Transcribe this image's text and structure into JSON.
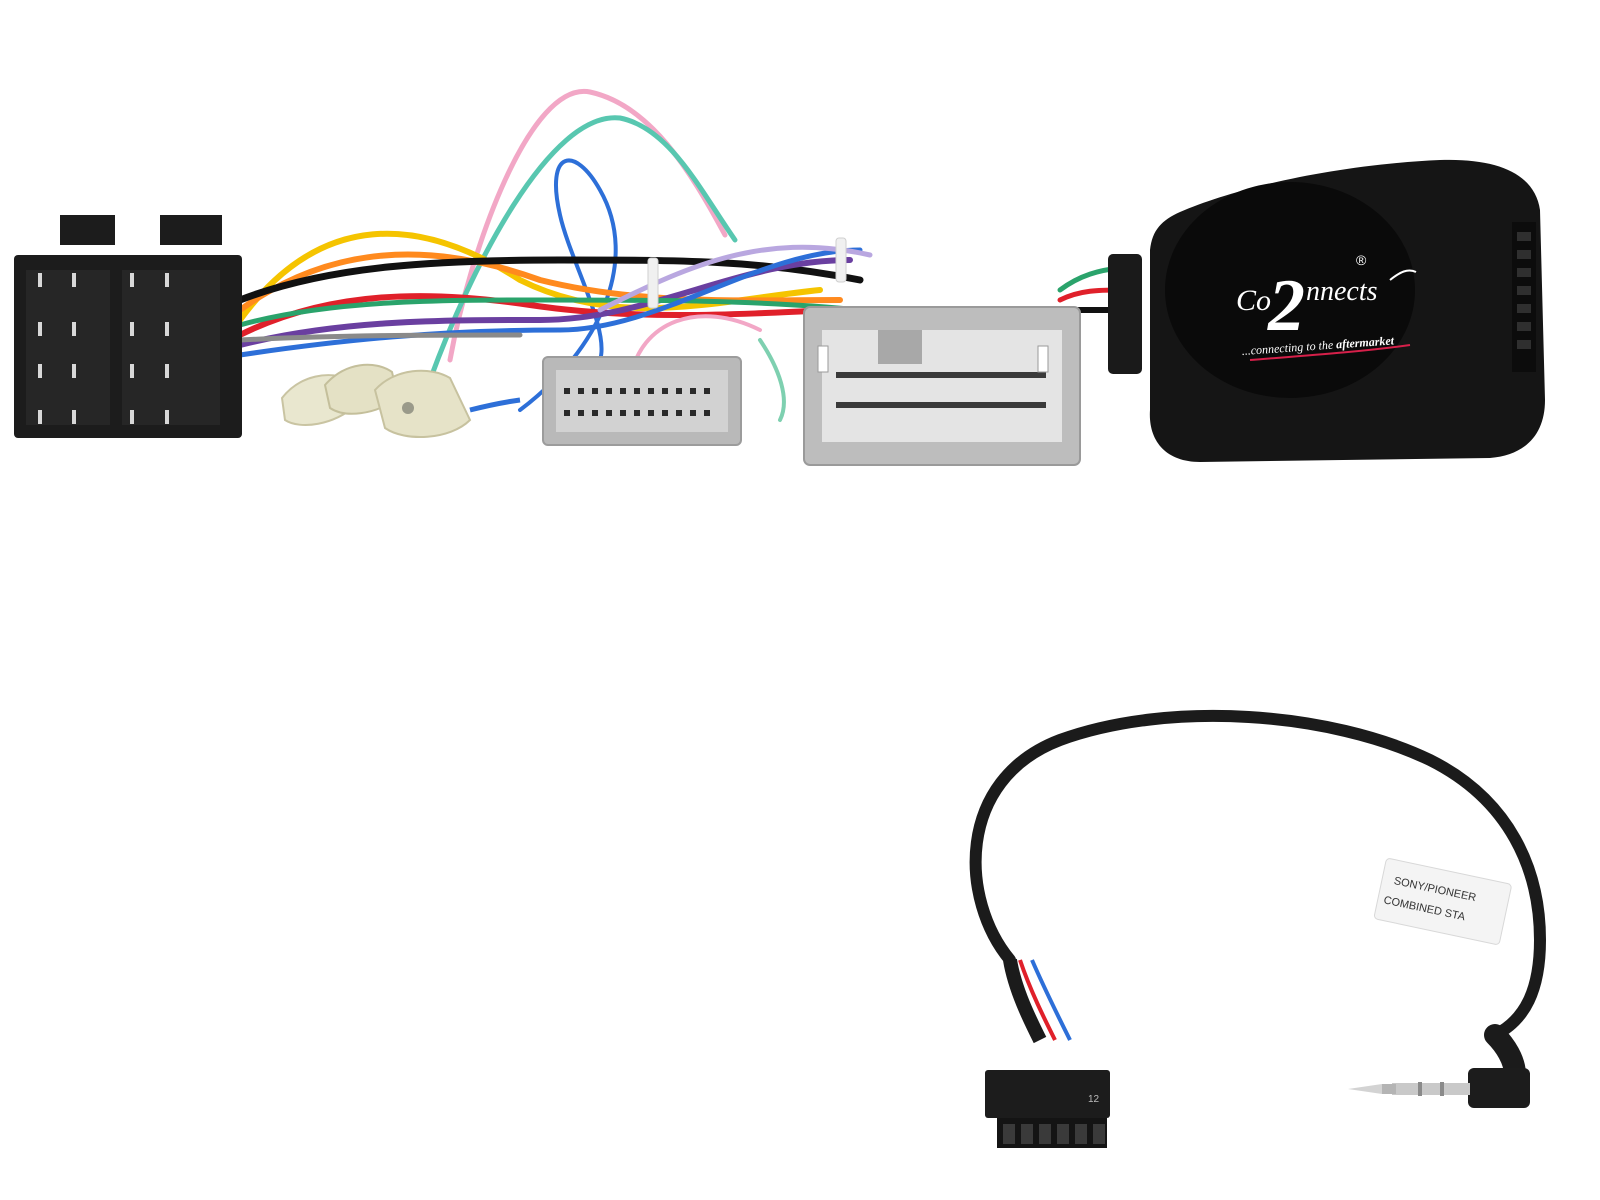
{
  "product_photo": {
    "logo": {
      "brand_word_left": "Co",
      "brand_digit": "2",
      "brand_word_right": "nnects",
      "registered_mark": "®",
      "tagline_prefix": "...connecting to the ",
      "tagline_emphasis": "aftermarket"
    },
    "cable_label": {
      "line1": "SONY/PIONEER",
      "line2": "COMBINED STA"
    },
    "connector_pin_label": "12",
    "colors": {
      "background": "#ffffff",
      "module_body": "#151515",
      "connector_grey": "#b9b9b9",
      "iso_black": "#1c1c1c",
      "logo_accent": "#d6204a",
      "wires": [
        "#f5c400",
        "#ff8a1e",
        "#e0202a",
        "#6a3fa0",
        "#2d6fd8",
        "#2aa36b",
        "#f2a7c6",
        "#111111",
        "#58c7b0",
        "#8a8a8a"
      ]
    }
  }
}
